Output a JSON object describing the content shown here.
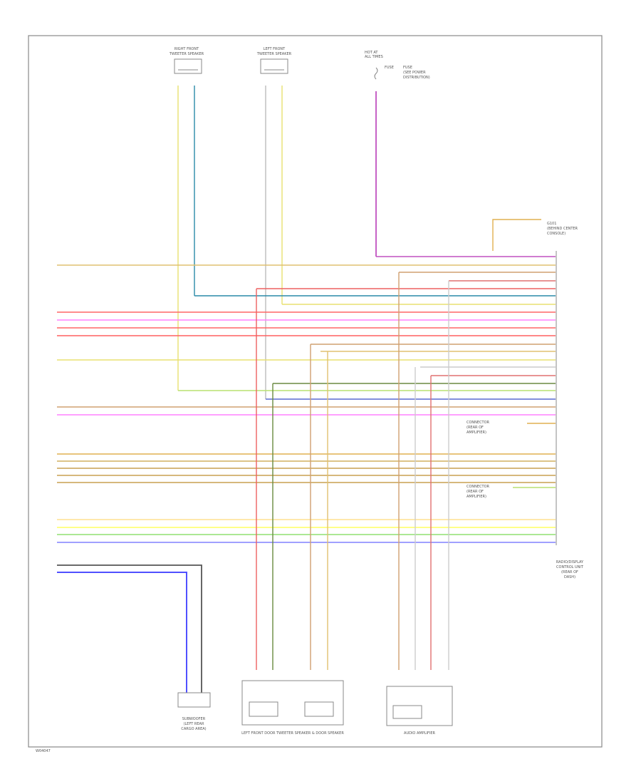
{
  "components": {
    "right_front_tweeter": {
      "line1": "RIGHT FRONT",
      "line2": "TWEETER SPEAKER"
    },
    "left_front_tweeter": {
      "line1": "LEFT FRONT",
      "line2": "TWEETER SPEAKER"
    },
    "fuse_block": {
      "line1": "HOT AT",
      "line2": "ALL TIMES",
      "fuse": "FUSE",
      "detail1": "FUSE",
      "detail2": "(SEE POWER",
      "detail3": "DISTRIBUTION)"
    },
    "ground": {
      "line1": "G101",
      "line2": "(BEHIND CENTER",
      "line3": "CONSOLE)"
    },
    "radio_unit": {
      "line1": "RADIO/DISPLAY",
      "line2": "CONTROL UNIT",
      "line3": "(REAR OF",
      "line4": "DASH)"
    },
    "connector_t": {
      "line1": "CONNECTOR",
      "line2": "(REAR OF",
      "line3": "AMPLIFIER)"
    },
    "connector_u": {
      "line1": "CONNECTOR",
      "line2": "(REAR OF",
      "line3": "AMPLIFIER)"
    },
    "subwoofer": {
      "line1": "SUBWOOFER",
      "line2": "(LEFT REAR",
      "line3": "CARGO AREA)"
    },
    "left_front_woofer": {
      "label": "LEFT FRONT DOOR TWEETER SPEAKER & DOOR SPEAKER"
    },
    "audio_amp": {
      "label": "AUDIO AMPLIFIER"
    }
  },
  "footer_code": "W04047"
}
